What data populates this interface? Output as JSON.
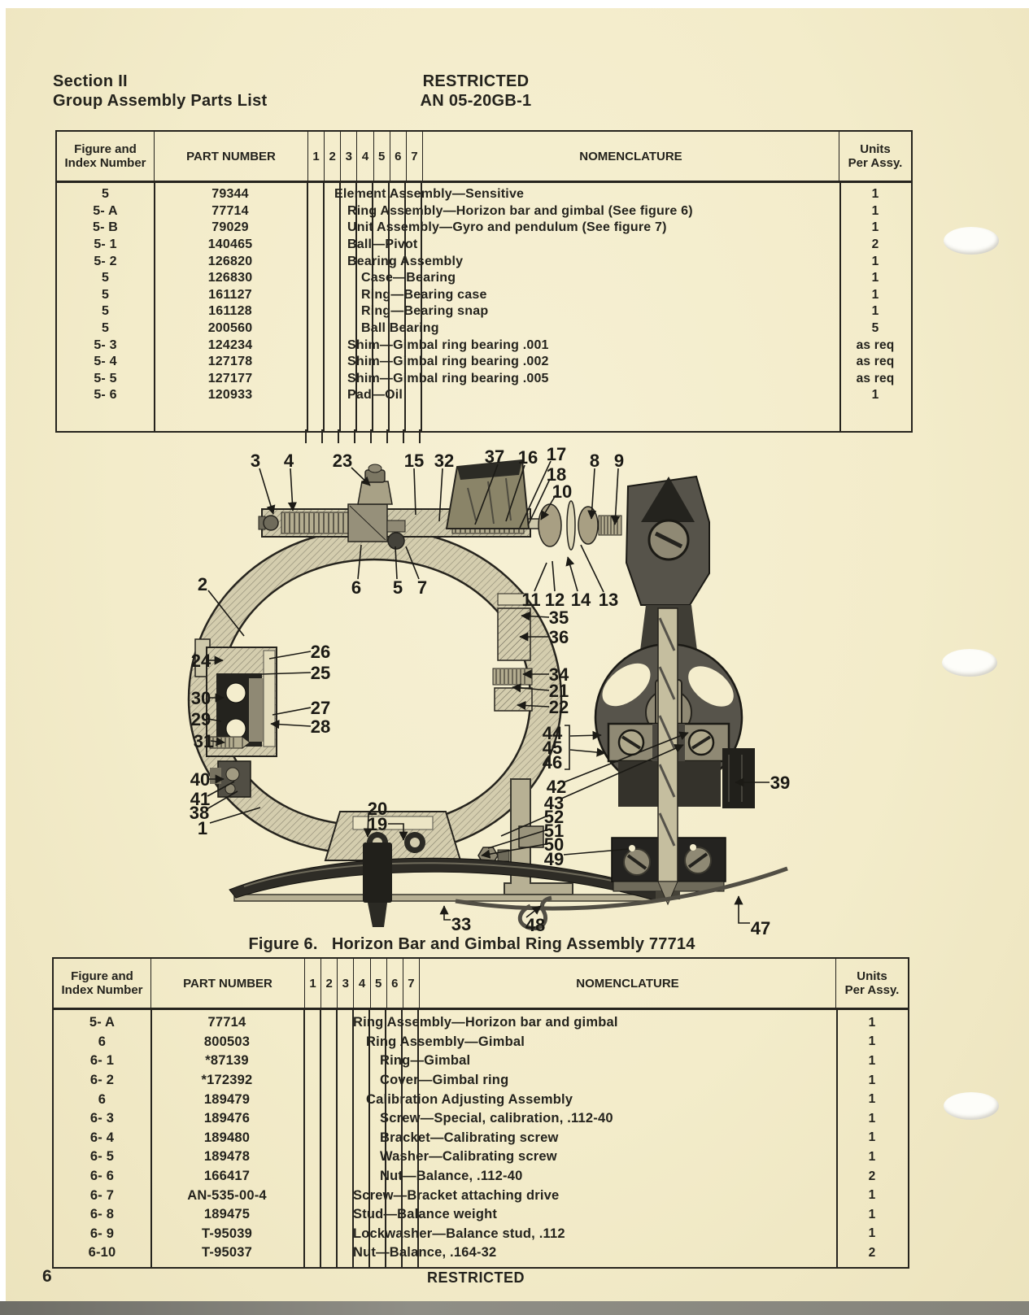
{
  "header": {
    "section_line1": "Section II",
    "section_line2": "Group Assembly Parts List",
    "restricted": "RESTRICTED",
    "doc_number": "AN 05-20GB-1"
  },
  "table_headers": {
    "fig1": "Figure and",
    "fig2": "Index Number",
    "part": "PART NUMBER",
    "nums": [
      "1",
      "2",
      "3",
      "4",
      "5",
      "6",
      "7"
    ],
    "nomen": "NOMENCLATURE",
    "units1": "Units",
    "units2": "Per Assy."
  },
  "table1": {
    "rows": [
      {
        "fig": "5",
        "part": "79344",
        "indent": 1,
        "nomen": "Element Assembly—Sensitive",
        "units": "1"
      },
      {
        "fig": "5- A",
        "part": "77714",
        "indent": 2,
        "nomen": "Ring Assembly—Horizon bar and gimbal (See figure 6)",
        "units": "1"
      },
      {
        "fig": "5- B",
        "part": "79029",
        "indent": 2,
        "nomen": "Unit Assembly—Gyro and pendulum (See figure 7)",
        "units": "1"
      },
      {
        "fig": "5- 1",
        "part": "140465",
        "indent": 2,
        "nomen": "Ball—Pivot",
        "units": "2"
      },
      {
        "fig": "5- 2",
        "part": "126820",
        "indent": 2,
        "nomen": "Bearing Assembly",
        "units": "1"
      },
      {
        "fig": "5",
        "part": "126830",
        "indent": 3,
        "nomen": "Case—Bearing",
        "units": "1"
      },
      {
        "fig": "5",
        "part": "161127",
        "indent": 3,
        "nomen": "Ring—Bearing case",
        "units": "1"
      },
      {
        "fig": "5",
        "part": "161128",
        "indent": 3,
        "nomen": "Ring—Bearing snap",
        "units": "1"
      },
      {
        "fig": "5",
        "part": "200560",
        "indent": 3,
        "nomen": "Ball Bearing",
        "units": "5"
      },
      {
        "fig": "5- 3",
        "part": "124234",
        "indent": 2,
        "nomen": "Shim—Gimbal ring bearing .001",
        "units": "as req"
      },
      {
        "fig": "5- 4",
        "part": "127178",
        "indent": 2,
        "nomen": "Shim—Gimbal ring bearing .002",
        "units": "as req"
      },
      {
        "fig": "5- 5",
        "part": "127177",
        "indent": 2,
        "nomen": "Shim—Gimbal ring bearing .005",
        "units": "as req"
      },
      {
        "fig": "5- 6",
        "part": "120933",
        "indent": 2,
        "nomen": "Pad—Oil",
        "units": "1"
      }
    ]
  },
  "figure": {
    "caption": "Figure 6.   Horizon Bar and Gimbal Ring Assembly 77714",
    "callouts": [
      {
        "n": "1",
        "l": [
          249,
          1018
        ],
        "p": [
          [
            258,
            1012
          ],
          [
            320,
            993
          ]
        ],
        "a": 0
      },
      {
        "n": "2",
        "l": [
          249,
          718
        ],
        "p": [
          [
            256,
            726
          ],
          [
            300,
            782
          ]
        ],
        "a": 0
      },
      {
        "n": "3",
        "l": [
          314,
          566
        ],
        "p": [
          [
            319,
            576
          ],
          [
            336,
            632
          ]
        ],
        "a": 1
      },
      {
        "n": "4",
        "l": [
          355,
          566
        ],
        "p": [
          [
            357,
            576
          ],
          [
            360,
            628
          ]
        ],
        "a": 1
      },
      {
        "n": "5",
        "l": [
          489,
          722
        ],
        "p": [
          [
            488,
            712
          ],
          [
            486,
            672
          ]
        ],
        "a": 0
      },
      {
        "n": "6",
        "l": [
          438,
          722
        ],
        "p": [
          [
            440,
            712
          ],
          [
            444,
            670
          ]
        ],
        "a": 0
      },
      {
        "n": "7",
        "l": [
          519,
          722
        ],
        "p": [
          [
            515,
            712
          ],
          [
            499,
            672
          ]
        ],
        "a": 0
      },
      {
        "n": "8",
        "l": [
          731,
          566
        ],
        "p": [
          [
            731,
            576
          ],
          [
            727,
            638
          ]
        ],
        "a": 1
      },
      {
        "n": "9",
        "l": [
          761,
          566
        ],
        "p": [
          [
            760,
            576
          ],
          [
            756,
            645
          ]
        ],
        "a": 1
      },
      {
        "n": "10",
        "l": [
          691,
          604
        ],
        "p": [
          [
            683,
            609
          ],
          [
            665,
            639
          ]
        ],
        "a": 1
      },
      {
        "n": "11",
        "l": [
          653,
          737
        ],
        "p": [
          [
            657,
            727
          ],
          [
            672,
            692
          ]
        ],
        "a": 0
      },
      {
        "n": "12",
        "l": [
          682,
          737
        ],
        "p": [
          [
            682,
            727
          ],
          [
            679,
            690
          ]
        ],
        "a": 0
      },
      {
        "n": "13",
        "l": [
          748,
          737
        ],
        "p": [
          [
            742,
            728
          ],
          [
            714,
            670
          ]
        ],
        "a": 0
      },
      {
        "n": "14",
        "l": [
          714,
          737
        ],
        "p": [
          [
            710,
            727
          ],
          [
            698,
            685
          ]
        ],
        "a": 1
      },
      {
        "n": "15",
        "l": [
          509,
          566
        ],
        "p": [
          [
            509,
            576
          ],
          [
            511,
            633
          ]
        ],
        "a": 0
      },
      {
        "n": "16",
        "l": [
          649,
          562
        ],
        "p": [
          [
            645,
            572
          ],
          [
            622,
            641
          ]
        ],
        "a": 0
      },
      {
        "n": "17",
        "l": [
          684,
          558
        ],
        "p": [
          [
            677,
            567
          ],
          [
            639,
            649
          ]
        ],
        "a": 0
      },
      {
        "n": "18",
        "l": [
          684,
          583
        ],
        "p": [
          [
            676,
            589
          ],
          [
            649,
            646
          ]
        ],
        "a": 0
      },
      {
        "n": "19",
        "l": [
          464,
          1013
        ],
        "p": [
          [
            477,
            1013
          ],
          [
            496,
            1013
          ],
          [
            496,
            1033
          ]
        ],
        "a": 1
      },
      {
        "n": "20",
        "l": [
          464,
          994
        ],
        "p": [
          [
            453,
            1000
          ],
          [
            452,
            1029
          ]
        ],
        "a": 1
      },
      {
        "n": "21",
        "l": [
          687,
          849
        ],
        "p": [
          [
            675,
            849
          ],
          [
            630,
            845
          ]
        ],
        "a": 1
      },
      {
        "n": "22",
        "l": [
          687,
          869
        ],
        "p": [
          [
            675,
            869
          ],
          [
            636,
            867
          ]
        ],
        "a": 1
      },
      {
        "n": "23",
        "l": [
          421,
          566
        ],
        "p": [
          [
            432,
            575
          ],
          [
            455,
            597
          ]
        ],
        "a": 1
      },
      {
        "n": "24",
        "l": [
          247,
          812
        ],
        "p": [
          [
            257,
            812
          ],
          [
            274,
            812
          ]
        ],
        "a": 1
      },
      {
        "n": "25",
        "l": [
          394,
          827
        ],
        "p": [
          [
            382,
            827
          ],
          [
            322,
            829
          ]
        ],
        "a": 0
      },
      {
        "n": "26",
        "l": [
          394,
          801
        ],
        "p": [
          [
            382,
            801
          ],
          [
            331,
            810
          ]
        ],
        "a": 0
      },
      {
        "n": "27",
        "l": [
          394,
          870
        ],
        "p": [
          [
            382,
            870
          ],
          [
            335,
            879
          ]
        ],
        "a": 0
      },
      {
        "n": "28",
        "l": [
          394,
          893
        ],
        "p": [
          [
            382,
            893
          ],
          [
            333,
            890
          ]
        ],
        "a": 1
      },
      {
        "n": "29",
        "l": [
          247,
          884
        ],
        "p": [
          [
            256,
            884
          ],
          [
            272,
            887
          ]
        ],
        "a": 0
      },
      {
        "n": "30",
        "l": [
          247,
          858
        ],
        "p": [
          [
            256,
            858
          ],
          [
            275,
            858
          ]
        ],
        "a": 1
      },
      {
        "n": "31",
        "l": [
          250,
          911
        ],
        "p": [
          [
            259,
            911
          ],
          [
            276,
            913
          ]
        ],
        "a": 1
      },
      {
        "n": "32",
        "l": [
          546,
          566
        ],
        "p": [
          [
            544,
            576
          ],
          [
            540,
            641
          ]
        ],
        "a": 0
      },
      {
        "n": "33",
        "l": [
          567,
          1136
        ],
        "p": [
          [
            554,
            1131
          ],
          [
            546,
            1131
          ],
          [
            546,
            1114
          ]
        ],
        "a": 1
      },
      {
        "n": "34",
        "l": [
          687,
          829
        ],
        "p": [
          [
            675,
            829
          ],
          [
            643,
            829
          ]
        ],
        "a": 1
      },
      {
        "n": "35",
        "l": [
          687,
          759
        ],
        "p": [
          [
            675,
            759
          ],
          [
            641,
            757
          ]
        ],
        "a": 1
      },
      {
        "n": "36",
        "l": [
          687,
          783
        ],
        "p": [
          [
            675,
            783
          ],
          [
            639,
            783
          ]
        ],
        "a": 1
      },
      {
        "n": "37",
        "l": [
          608,
          561
        ],
        "p": [
          [
            612,
            571
          ],
          [
            584,
            645
          ]
        ],
        "a": 0
      },
      {
        "n": "38",
        "l": [
          245,
          999
        ],
        "p": [
          [
            254,
            995
          ],
          [
            292,
            973
          ]
        ],
        "a": 0
      },
      {
        "n": "39",
        "l": [
          959,
          962
        ],
        "p": [
          [
            946,
            962
          ],
          [
            904,
            962
          ]
        ],
        "a": 1
      },
      {
        "n": "40",
        "l": [
          246,
          958
        ],
        "p": [
          [
            255,
            958
          ],
          [
            275,
            958
          ]
        ],
        "a": 1
      },
      {
        "n": "41",
        "l": [
          246,
          982
        ],
        "p": [
          [
            255,
            979
          ],
          [
            288,
            961
          ]
        ],
        "a": 0
      },
      {
        "n": "42",
        "l": [
          684,
          967
        ],
        "p": [
          [
            693,
            962
          ],
          [
            846,
            901
          ]
        ],
        "a": 1
      },
      {
        "n": "43",
        "l": [
          681,
          987
        ],
        "p": [
          [
            690,
            982
          ],
          [
            840,
            916
          ]
        ],
        "a": 1
      },
      {
        "n": "44",
        "l": [
          679,
          901
        ],
        "p": [
          [
            701,
            905
          ],
          [
            739,
            904
          ]
        ],
        "a": 1
      },
      {
        "n": "45",
        "l": [
          679,
          919
        ],
        "p": [
          [
            701,
            922
          ],
          [
            744,
            926
          ]
        ],
        "a": 1
      },
      {
        "n": "46",
        "l": [
          679,
          937
        ],
        "p": [],
        "a": 0
      },
      {
        "n": "47",
        "l": [
          935,
          1141
        ],
        "p": [
          [
            922,
            1135
          ],
          [
            908,
            1135
          ],
          [
            908,
            1102
          ]
        ],
        "a": 1
      },
      {
        "n": "48",
        "l": [
          658,
          1137
        ],
        "p": [
          [
            647,
            1128
          ],
          [
            665,
            1114
          ]
        ],
        "a": 1
      },
      {
        "n": "49",
        "l": [
          681,
          1056
        ],
        "p": [
          [
            693,
            1051
          ],
          [
            773,
            1044
          ]
        ],
        "a": 0
      },
      {
        "n": "50",
        "l": [
          681,
          1038
        ],
        "p": [
          [
            671,
            1038
          ],
          [
            592,
            1052
          ]
        ],
        "a": 1
      },
      {
        "n": "51",
        "l": [
          681,
          1021
        ],
        "p": [
          [
            671,
            1021
          ],
          [
            600,
            1043
          ]
        ],
        "a": 0
      },
      {
        "n": "52",
        "l": [
          681,
          1004
        ],
        "p": [
          [
            671,
            1004
          ],
          [
            616,
            1028
          ]
        ],
        "a": 0
      }
    ],
    "extras": [
      {
        "p": [
          [
            694,
            892
          ],
          [
            700,
            892
          ],
          [
            700,
            946
          ],
          [
            694,
            946
          ]
        ],
        "a": 0
      }
    ]
  },
  "table2": {
    "rows": [
      {
        "fig": "5- A",
        "part": "77714",
        "indent": 1,
        "nomen": "Ring Assembly—Horizon bar and gimbal",
        "units": "1"
      },
      {
        "fig": "6",
        "part": "800503",
        "indent": 2,
        "nomen": "Ring Assembly—Gimbal",
        "units": "1"
      },
      {
        "fig": "6- 1",
        "part": "*87139",
        "indent": 3,
        "nomen": "Ring—Gimbal",
        "units": "1"
      },
      {
        "fig": "6- 2",
        "part": "*172392",
        "indent": 3,
        "nomen": "Cover—Gimbal ring",
        "units": "1"
      },
      {
        "fig": "6",
        "part": "189479",
        "indent": 2,
        "nomen": "Calibration Adjusting Assembly",
        "units": "1"
      },
      {
        "fig": "6- 3",
        "part": "189476",
        "indent": 3,
        "nomen": "Screw—Special, calibration, .112-40",
        "units": "1"
      },
      {
        "fig": "6- 4",
        "part": "189480",
        "indent": 3,
        "nomen": "Bracket—Calibrating screw",
        "units": "1"
      },
      {
        "fig": "6- 5",
        "part": "189478",
        "indent": 3,
        "nomen": "Washer—Calibrating screw",
        "units": "1"
      },
      {
        "fig": "6- 6",
        "part": "166417",
        "indent": 3,
        "nomen": "Nut—Balance, .112-40",
        "units": "2"
      },
      {
        "fig": "6- 7",
        "part": "AN-535-00-4",
        "indent": 1,
        "nomen": "Screw—Bracket attaching drive",
        "units": "1"
      },
      {
        "fig": "6- 8",
        "part": "189475",
        "indent": 1,
        "nomen": "Stud—Balance weight",
        "units": "1"
      },
      {
        "fig": "6- 9",
        "part": "T-95039",
        "indent": 1,
        "nomen": "Lockwasher—Balance stud, .112",
        "units": "1"
      },
      {
        "fig": "6-10",
        "part": "T-95037",
        "indent": 1,
        "nomen": "Nut—Balance, .164-32",
        "units": "2"
      }
    ]
  },
  "footer": {
    "page_number": "6",
    "restricted": "RESTRICTED"
  }
}
